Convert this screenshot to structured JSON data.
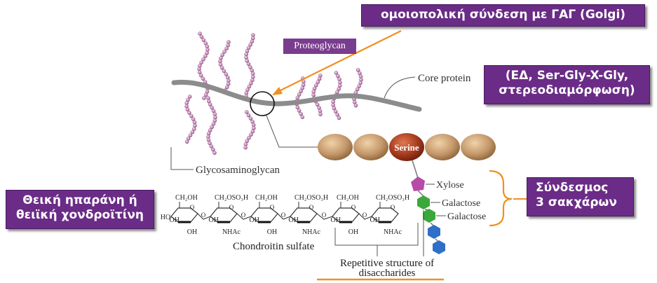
{
  "diagram": {
    "proteoglycan_label": "Proteoglycan",
    "core_protein_label": "Core protein",
    "glycosaminoglycan_label": "Glycosaminoglycan",
    "serine_label": "Serine",
    "xylose_label": "Xylose",
    "galactose_label_1": "Galactose",
    "galactose_label_2": "Galactose",
    "chondroitin_label": "Chondroitin sulfate",
    "repetitive_label_line1": "Repetitive structure of",
    "repetitive_label_line2": "disaccharides"
  },
  "chemistry": {
    "ch2oh": "CH₂OH",
    "ch2oso3h": "CH₂OSO₃H",
    "ho": "HO",
    "oh": "OH",
    "nhac": "NHAc",
    "o": "O"
  },
  "callouts": {
    "golgi": "ομοιοπολική σύνδεση με ΓΑΓ (Golgi)",
    "er_line1": "(ΕΔ, Ser-Gly-X-Gly,",
    "er_line2": "στερεοδιαμόρφωση)",
    "linker_line1": "Σύνδεσμος",
    "linker_line2": "3 σακχάρων",
    "heparan_line1": "Θεική ηπαράνη ή",
    "heparan_line2": "θειϊκή χονδροϊτίνη"
  },
  "colors": {
    "callout_bg": "#6a2c86",
    "arrow": "#f0901e",
    "core_protein": "#8c8c8c",
    "gag_bead": "#c48ab8",
    "serine": "#a63a1e",
    "amino_acid": "#b98e5a",
    "xylose": "#b84aa8",
    "galactose": "#3aa83a",
    "repeat_unit": "#2e6fc8"
  }
}
